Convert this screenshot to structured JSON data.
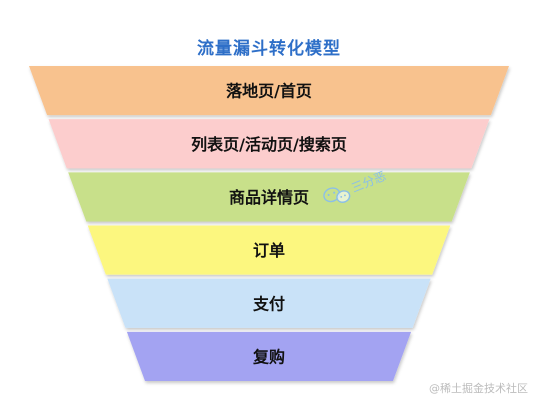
{
  "title": "流量漏斗转化模型",
  "stages": [
    {
      "label": "落地页/首页",
      "color": "#f8c28e"
    },
    {
      "label": "列表页/活动页/搜索页",
      "color": "#fccdcd"
    },
    {
      "label": "商品详情页",
      "color": "#c8e08a"
    },
    {
      "label": "订单",
      "color": "#fcf77f"
    },
    {
      "label": "支付",
      "color": "#c9e2f8"
    },
    {
      "label": "复购",
      "color": "#a3a3f2"
    }
  ],
  "watermark": {
    "icon": "wechat-icon",
    "text": "三分恶"
  },
  "footer": "@稀土掘金技术社区"
}
